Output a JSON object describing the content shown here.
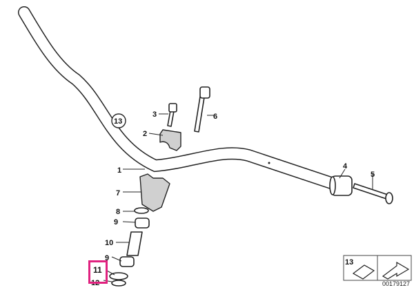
{
  "labels": {
    "p1": "1",
    "p2": "2",
    "p3": "3",
    "p4": "4",
    "p5": "5",
    "p6": "6",
    "p7": "7",
    "p8": "8",
    "p9a": "9",
    "p9b": "9",
    "p10": "10",
    "p11": "11",
    "p12": "12",
    "p13": "13",
    "p13legend": "13"
  },
  "highlight_color": "#e0217f",
  "document_number": "00179127"
}
